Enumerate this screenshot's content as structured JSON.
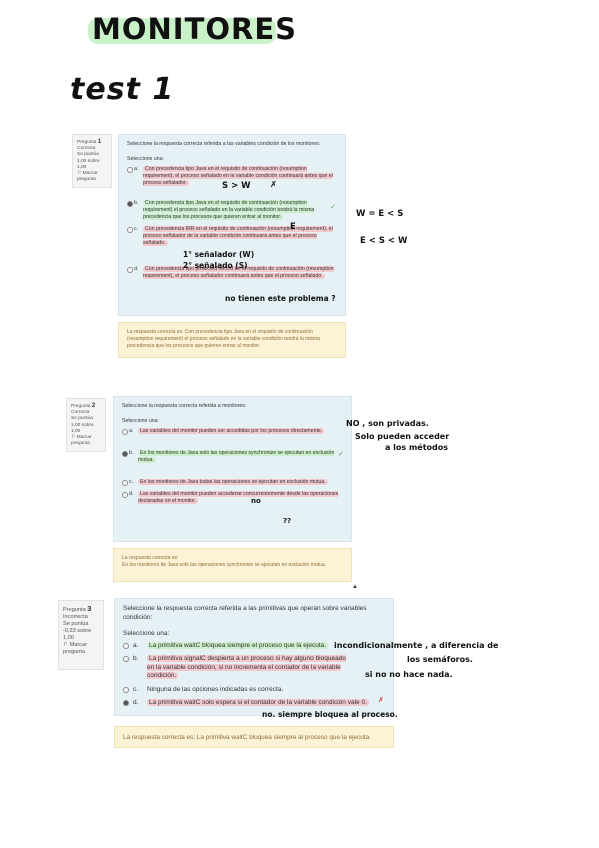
{
  "header": {
    "title": "MONITORES",
    "subtitle": "test 1"
  },
  "q1": {
    "number_label": "Pregunta",
    "number": "1",
    "status": "Correcta",
    "score": "Se puntúa 1,00 sobre 1,00",
    "flag": "Marcar pregunta",
    "prompt": "Seleccione la respuesta correcta referida a las variables condición de los monitores:",
    "choose": "Seleccione una:",
    "options": [
      {
        "letter": "a.",
        "text": "Con precedencia tipo Java en el requisito de continuación (resumption requirement), el proceso señalado en la variable condición continuará antes que el proceso señalador."
      },
      {
        "letter": "b.",
        "text": "Con precedencia tipo Java en el requisito de continuación (resumption requirement) el proceso señalado en la variable condición tendrá la misma precedencia que los procesos que quieren entrar al monitor."
      },
      {
        "letter": "c.",
        "text": "Con precedencia IRR en el requisito de continuación (resumption requirement), el proceso señalador de la variable condición continuará antes que el proceso señalado."
      },
      {
        "letter": "d.",
        "text": "Con precedencia tipo protected record en el requisito de continuación (resumption requirement), el proceso señalador continuará antes que el proceso señalado."
      }
    ],
    "feedback": "La respuesta correcta es: Con precedencia tipo Java en el requisito de continuación (resumption requirement) el proceso señalado en la variable condición tendrá la misma precedencia que los procesos que quieren entrar al monitor.",
    "notes": {
      "a": "S > W",
      "a_mark": "✗",
      "b": "E",
      "b_side": "W = E < S",
      "c_side": "E < S < W",
      "c1": "1° señalador (W)",
      "c2": "2° señalado (S)",
      "d": "no tienen este problema ?"
    }
  },
  "q2": {
    "number_label": "Pregunta",
    "number": "2",
    "status": "Correcta",
    "score": "Se puntúa 1,00 sobre 1,00",
    "flag": "Marcar pregunta",
    "prompt": "Seleccione la respuesta correcta referida a monitores:",
    "choose": "Seleccione una:",
    "options": [
      {
        "letter": "a.",
        "text": "Las variables del monitor pueden ser accedidas por los procesos directamente."
      },
      {
        "letter": "b.",
        "text": "En los monitores de Java solo las operaciones synchronize se ejecutan en exclusión mutua."
      },
      {
        "letter": "c.",
        "text": "En los monitores de Java todas las operaciones se ejecutan en exclusión mutua."
      },
      {
        "letter": "d.",
        "text": "Las variables del monitor pueden accederse concurrentemente desde las operaciones declaradas en el monitor."
      }
    ],
    "feedback_title": "La respuesta correcta es:",
    "feedback": "En los monitores de Java solo las operaciones synchronize se ejecutan en exclusión mutua.",
    "notes": {
      "a1": "NO , son privadas.",
      "a2": "Solo pueden acceder",
      "a3": "a los métodos",
      "d1": "no",
      "d2": "??"
    }
  },
  "q3": {
    "number_label": "Pregunta",
    "number": "3",
    "status": "Incorrecta",
    "score": "Se puntúa -0,33 sobre 1,00",
    "flag": "Marcar pregunta",
    "prompt": "Seleccione la respuesta correcta referida a las primitivas que operan sobre variables condición:",
    "choose": "Seleccione una:",
    "options": [
      {
        "letter": "a.",
        "text": "La primitiva waitC bloquea siempre el proceso que la ejecuta."
      },
      {
        "letter": "b.",
        "text": "La primitiva signalC despierta a un proceso si hay alguno bloqueado en la variable condición, si no incrementa el contador de la variable condición."
      },
      {
        "letter": "c.",
        "text": "Ninguna de las opciones indicadas es correcta."
      },
      {
        "letter": "d.",
        "text": "La primitiva waitC solo espera si el contador de la variable condición vale 0."
      }
    ],
    "feedback": "La respuesta correcta es: La primitiva waitC bloquea siempre al proceso que la ejecuta.",
    "notes": {
      "a1": "incondicionalmente , a diferencia de",
      "a2": "los semáforos.",
      "b": "si no no hace nada.",
      "d": "no. siempre bloquea al proceso."
    }
  },
  "marks": {
    "check": "✓",
    "cross": "✗",
    "arrow_up": "▲"
  },
  "colors": {
    "wrong_highlight": "#f3c9ce",
    "right_highlight": "#ccefcc",
    "card_bg": "#e6f1f6",
    "feedback_bg": "#fcf3d6"
  }
}
